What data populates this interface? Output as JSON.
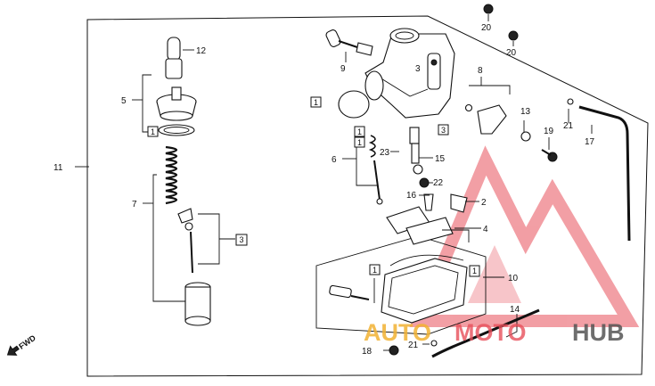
{
  "callouts": {
    "c2": "2",
    "c3": "3",
    "c4": "4",
    "c5": "5",
    "c6": "6",
    "c7": "7",
    "c8": "8",
    "c9": "9",
    "c10": "10",
    "c11": "11",
    "c12": "12",
    "c13": "13",
    "c14": "14",
    "c15": "15",
    "c16": "16",
    "c17": "17",
    "c18": "18",
    "c19": "19",
    "c20a": "20",
    "c20b": "20",
    "c21a": "21",
    "c21b": "21",
    "c22": "22",
    "c23": "23"
  },
  "kit_boxes": {
    "k1_top": "1",
    "k1_float": "1",
    "k1_mid_a": "1",
    "k1_mid_b": "1",
    "k1_left": "1",
    "k1_gasket": "1",
    "k1_screw": "1",
    "k3_left": "3",
    "k3_right": "3"
  },
  "direction": {
    "label": "FWD"
  },
  "watermark": {
    "part1": "AUTO",
    "part2": "MOTO",
    "part3": "HUB"
  }
}
